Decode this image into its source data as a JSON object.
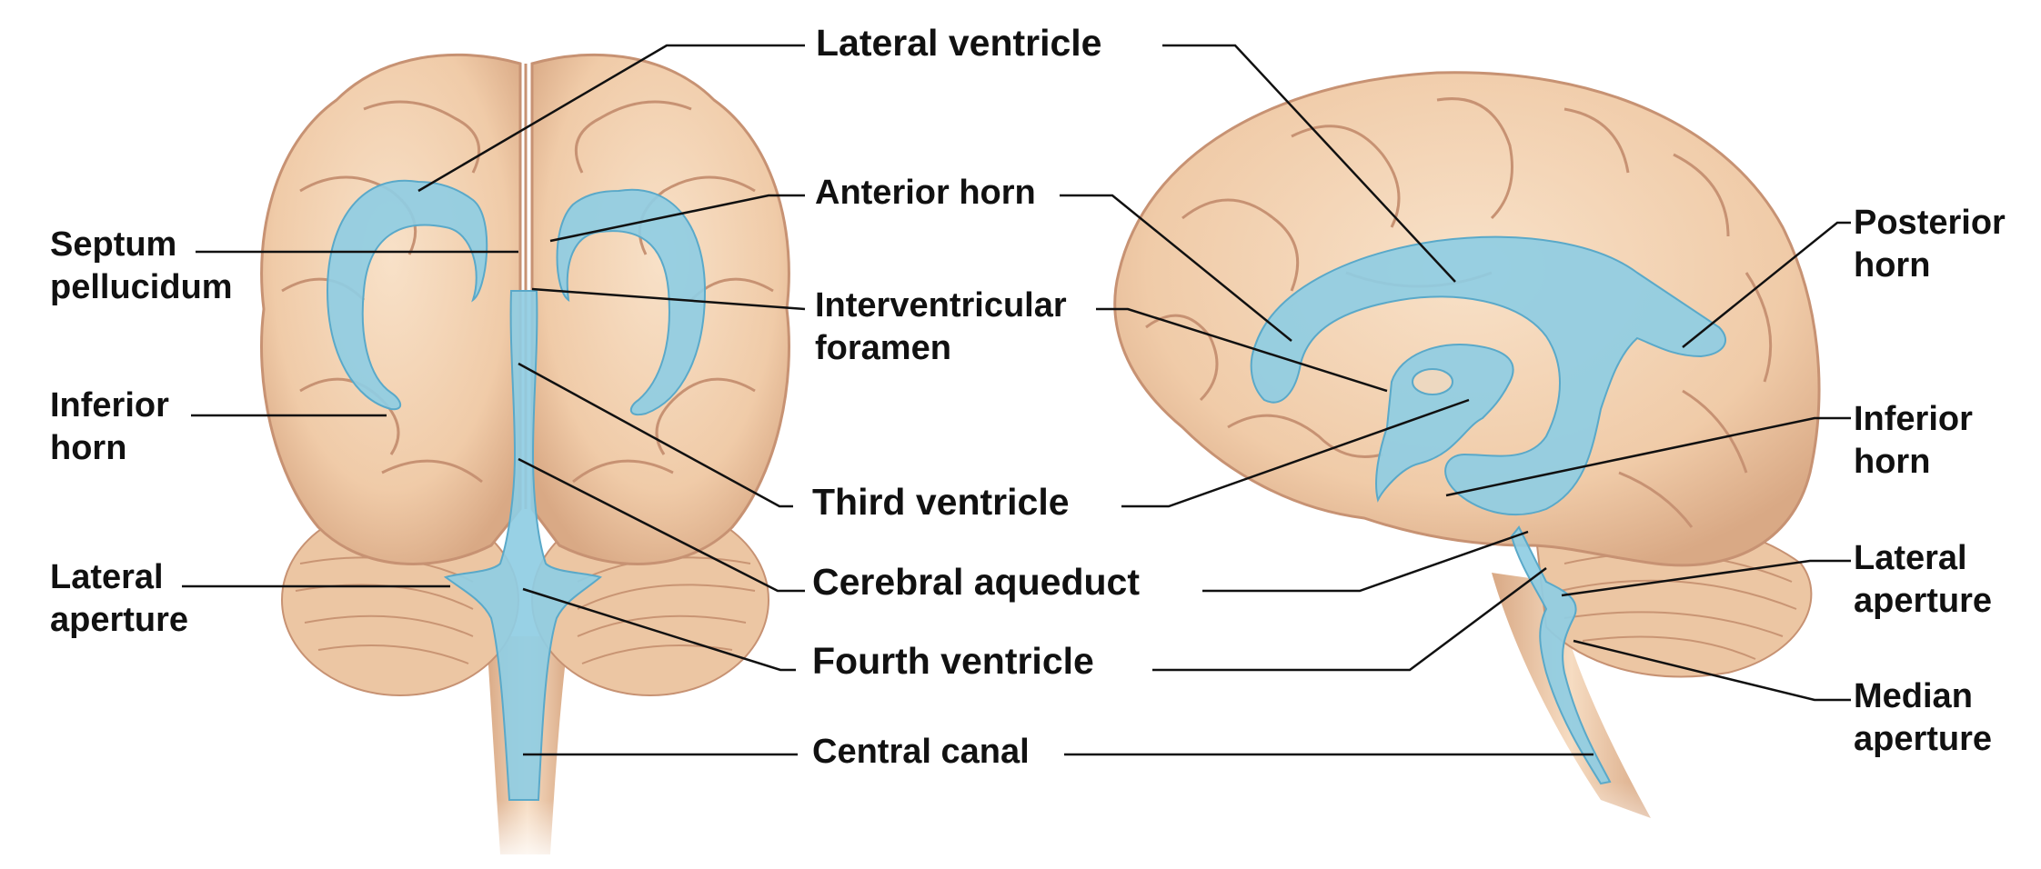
{
  "colors": {
    "brain_fill": "#f2d4b6",
    "brain_shadow": "#d9a985",
    "gyri_line": "#c79273",
    "ventricle_fill": "#8fcde3",
    "ventricle_edge": "#5aa9c9",
    "leader_line": "#111111",
    "text": "#111111"
  },
  "views": [
    {
      "name": "anterior-view"
    },
    {
      "name": "lateral-view"
    }
  ],
  "labels": {
    "lateral_ventricle": "Lateral ventricle",
    "anterior_horn": "Anterior horn",
    "interventricular_1": "Interventricular",
    "interventricular_2": "foramen",
    "third_ventricle": "Third ventricle",
    "cerebral_aqueduct": "Cerebral aqueduct",
    "fourth_ventricle": "Fourth ventricle",
    "central_canal": "Central canal",
    "septum_1": "Septum",
    "septum_2": "pellucidum",
    "inferior_horn_left_1": "Inferior",
    "inferior_horn_left_2": "horn",
    "lateral_aperture_left_1": "Lateral",
    "lateral_aperture_left_2": "aperture",
    "posterior_horn_1": "Posterior",
    "posterior_horn_2": "horn",
    "inferior_horn_right_1": "Inferior",
    "inferior_horn_right_2": "horn",
    "lateral_aperture_right_1": "Lateral",
    "lateral_aperture_right_2": "aperture",
    "median_aperture_1": "Median",
    "median_aperture_2": "aperture"
  }
}
